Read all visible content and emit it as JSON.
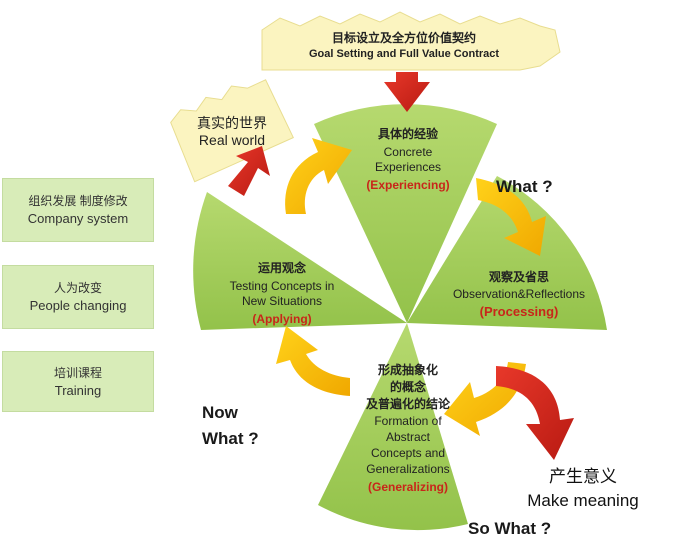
{
  "header": {
    "cn": "目标设立及全方位价值契约",
    "en": "Goal Setting and Full Value Contract"
  },
  "real_world": {
    "cn": "真实的世界",
    "en": "Real world"
  },
  "sectors": {
    "experiencing": {
      "cn": "具体的经验",
      "en": [
        "Concrete",
        "Experiences"
      ],
      "tag": "(Experiencing)"
    },
    "processing": {
      "cn": "观察及省思",
      "en": [
        "Observation&Reflections"
      ],
      "tag": "(Processing)"
    },
    "generalizing": {
      "cn": [
        "形成抽象化",
        "的概念",
        "及普遍化的结论"
      ],
      "en": [
        "Formation of",
        "Abstract",
        "Concepts and",
        "Generalizations"
      ],
      "tag": "(Generalizing)"
    },
    "applying": {
      "cn": "运用观念",
      "en": [
        "Testing Concepts in",
        "New Situations"
      ],
      "tag": "(Applying)"
    }
  },
  "questions": {
    "what": "What ?",
    "so_what": "So What ?",
    "now_what": [
      "Now",
      "What ?"
    ]
  },
  "make_meaning": {
    "cn": "产生意义",
    "en": "Make meaning"
  },
  "side_boxes": [
    {
      "cn": "组织发展 制度修改",
      "en": "Company system"
    },
    {
      "cn": "人为改变",
      "en": "People changing"
    },
    {
      "cn": "培训课程",
      "en": "Training"
    }
  ],
  "colors": {
    "wedge_green": "#a8d160",
    "wedge_dark_green": "#8fbf45",
    "header_yellow": "#fbf4c0",
    "arrow_yellow": "#f6c200",
    "arrow_red": "#d9261c",
    "tag_red": "#c8261a",
    "side_box": "#d8ecb8"
  }
}
